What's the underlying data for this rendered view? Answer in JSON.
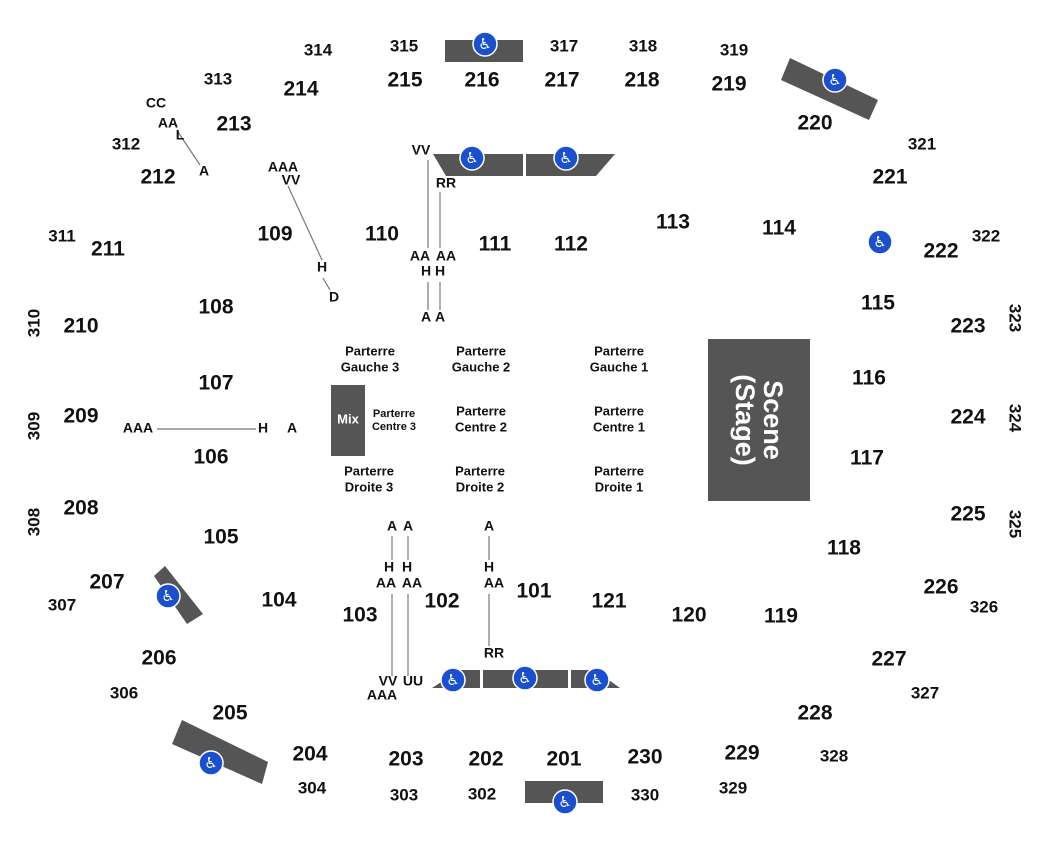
{
  "stage": {
    "title": "Scene",
    "subtitle": "(Stage)"
  },
  "mix": {
    "label": "Mix"
  },
  "accessibility": {
    "icon": "wheelchair-icon",
    "color": "#1a4fd0"
  },
  "sections_100": [
    "101",
    "102",
    "103",
    "104",
    "105",
    "106",
    "107",
    "108",
    "109",
    "110",
    "111",
    "112",
    "113",
    "114",
    "115",
    "116",
    "117",
    "118",
    "119",
    "120",
    "121"
  ],
  "sections_200": [
    "201",
    "202",
    "203",
    "204",
    "205",
    "206",
    "207",
    "208",
    "209",
    "210",
    "211",
    "212",
    "213",
    "214",
    "215",
    "216",
    "217",
    "218",
    "219",
    "220",
    "221",
    "222",
    "223",
    "224",
    "225",
    "226",
    "227",
    "228",
    "229",
    "230"
  ],
  "sections_300": [
    "302",
    "303",
    "304",
    "306",
    "307",
    "308",
    "309",
    "310",
    "311",
    "312",
    "313",
    "314",
    "315",
    "317",
    "318",
    "319",
    "321",
    "322",
    "323",
    "324",
    "325",
    "326",
    "327",
    "328",
    "329",
    "330"
  ],
  "floor": [
    {
      "line1": "Parterre",
      "line2": "Gauche 3"
    },
    {
      "line1": "Parterre",
      "line2": "Gauche 2"
    },
    {
      "line1": "Parterre",
      "line2": "Gauche 1"
    },
    {
      "line1": "Parterre",
      "line2": "Centre 3"
    },
    {
      "line1": "Parterre",
      "line2": "Centre 2"
    },
    {
      "line1": "Parterre",
      "line2": "Centre 1"
    },
    {
      "line1": "Parterre",
      "line2": "Droite 3"
    },
    {
      "line1": "Parterre",
      "line2": "Droite 2"
    },
    {
      "line1": "Parterre",
      "line2": "Droite 1"
    }
  ],
  "row_labels": {
    "cc": "CC",
    "aa": "AA",
    "l": "L",
    "a": "A",
    "aaa": "AAA",
    "vv": "VV",
    "h": "H",
    "d": "D",
    "rr": "RR",
    "uu": "UU"
  }
}
